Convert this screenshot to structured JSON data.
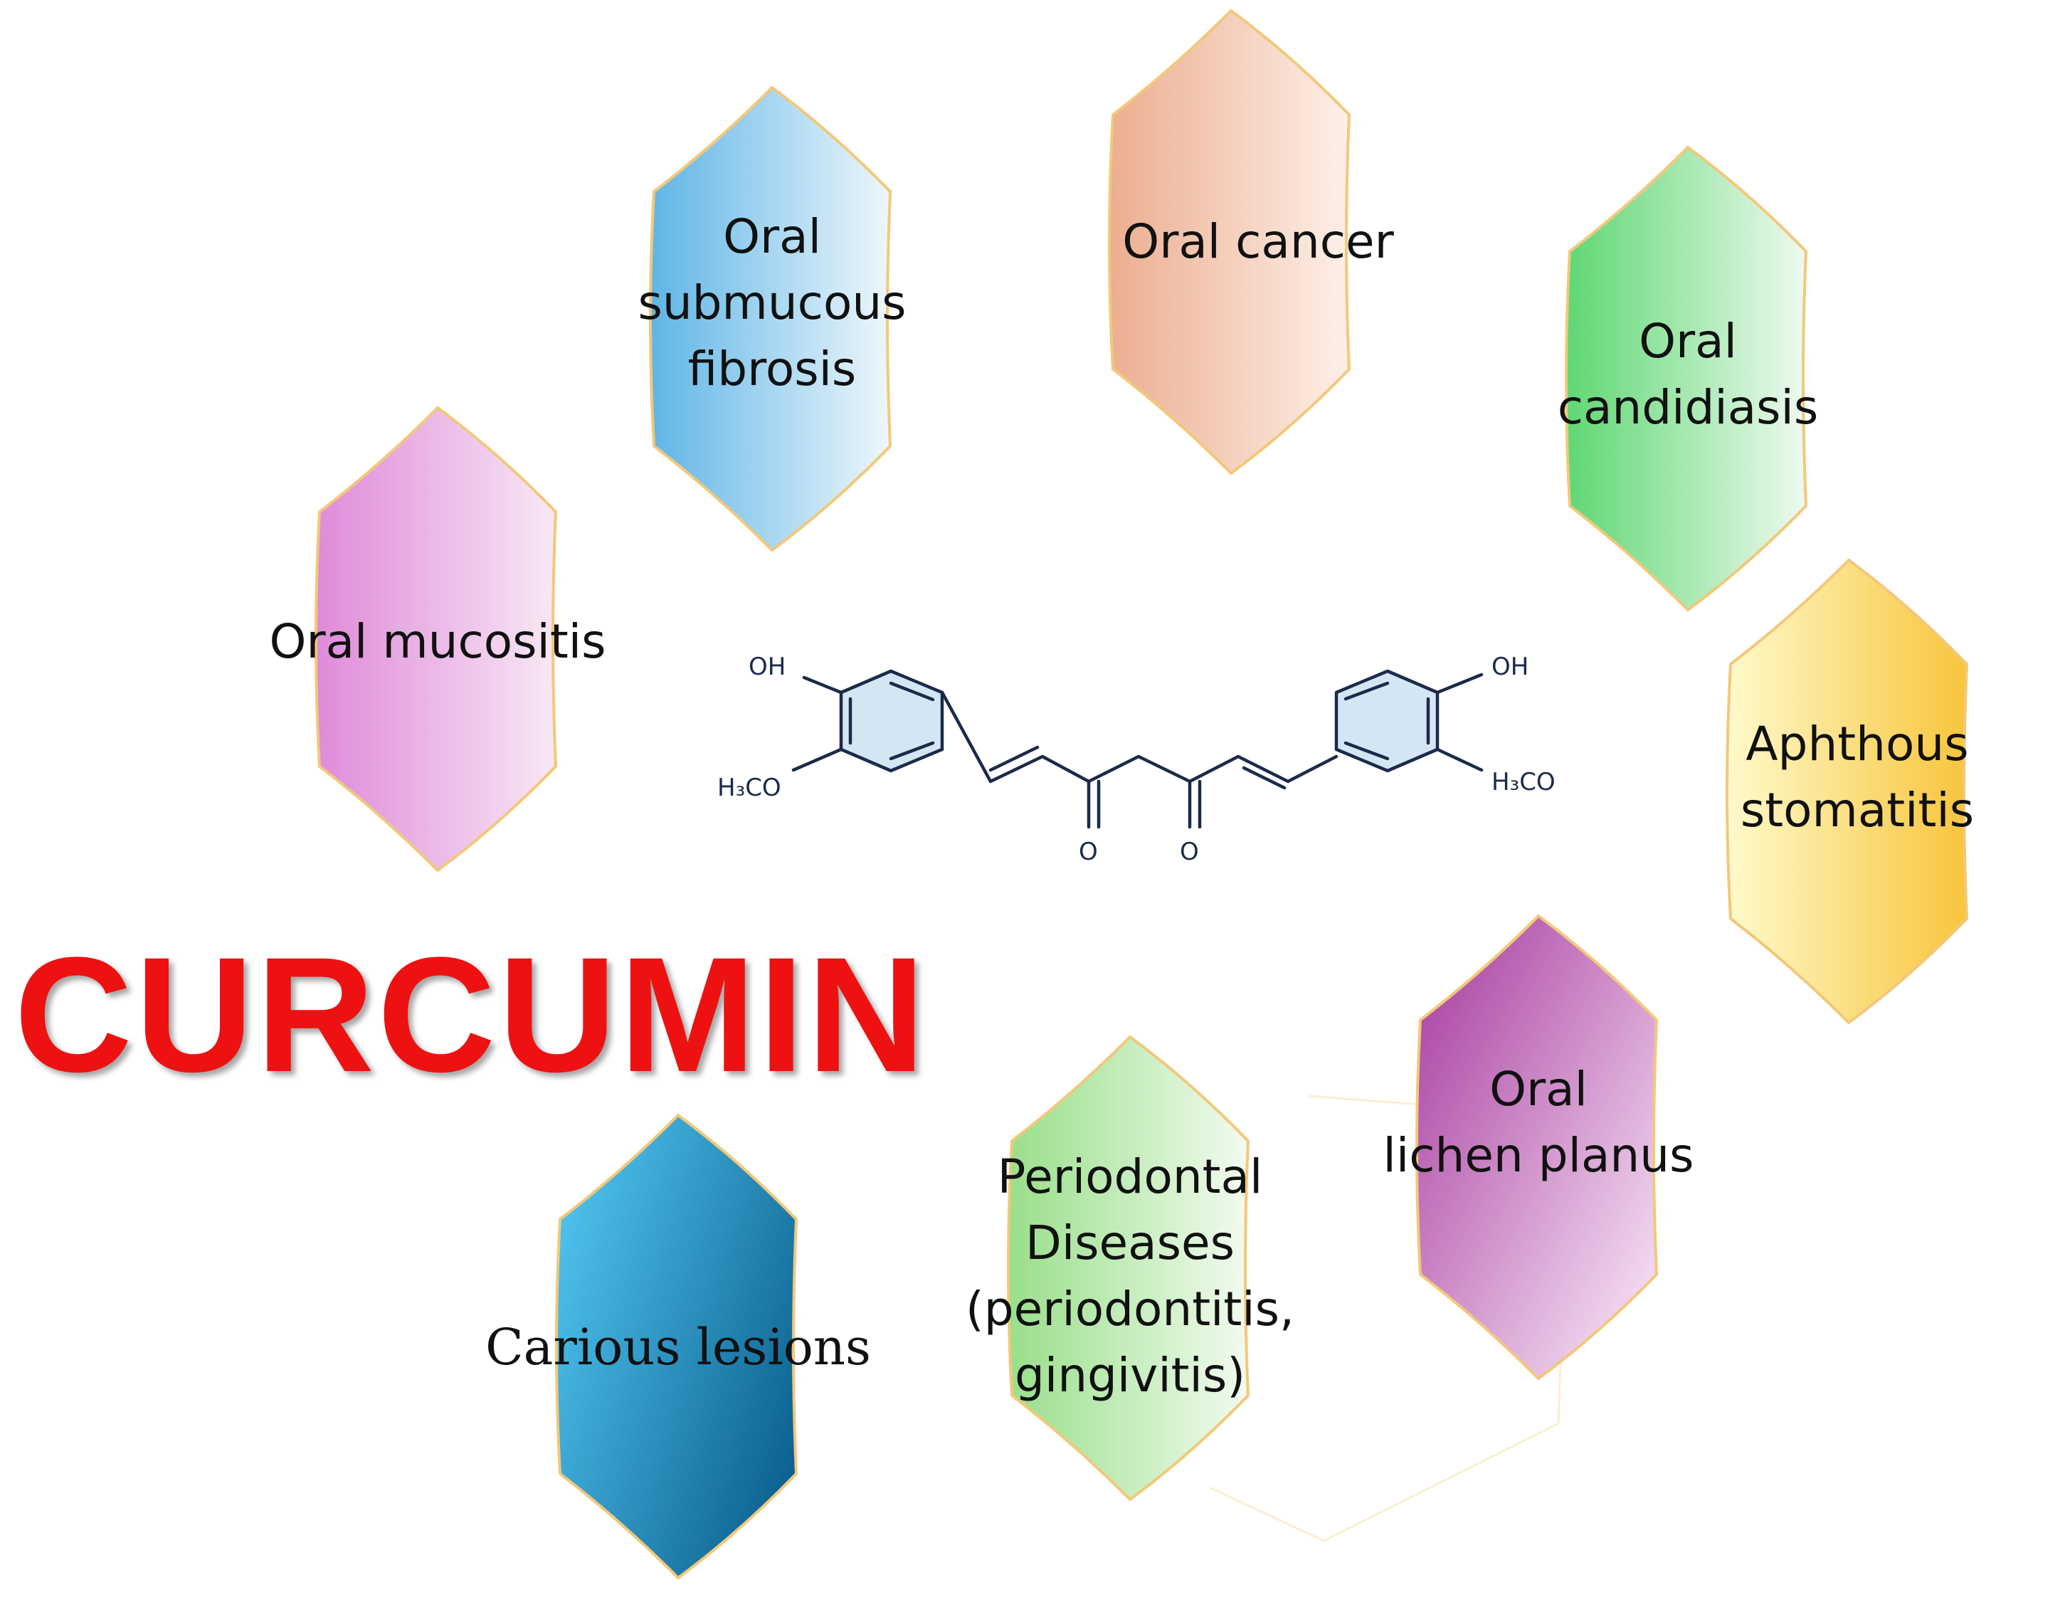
{
  "title": "CURCUMIN",
  "colors": {
    "title": "#ee1111",
    "hex_border": "#f2c87a",
    "structure_line": "#1c2a4a",
    "ring_fill": "#d4e6f3"
  },
  "hexagons": [
    {
      "id": "oral-submucous-fibrosis",
      "lines": [
        "Oral",
        "submucous",
        "fibrosis"
      ],
      "gradient": [
        "#5fb5e6",
        "#eef7fc"
      ]
    },
    {
      "id": "oral-cancer",
      "lines": [
        "Oral cancer"
      ],
      "gradient": [
        "#ecae90",
        "#fdf0e8"
      ]
    },
    {
      "id": "oral-candidiasis",
      "lines": [
        "Oral",
        "candidiasis"
      ],
      "gradient": [
        "#5fd774",
        "#eefaef"
      ]
    },
    {
      "id": "oral-mucositis",
      "lines": [
        "Oral mucositis"
      ],
      "gradient": [
        "#df8ad9",
        "#f8e8f5"
      ]
    },
    {
      "id": "aphthous-stomatitis",
      "lines": [
        "Aphthous",
        "stomatitis"
      ],
      "gradient": [
        "#fffacc",
        "#f8c53c"
      ]
    },
    {
      "id": "oral-lichen-planus",
      "lines": [
        "Oral",
        "lichen planus"
      ],
      "gradient": [
        "#a6389d",
        "#fbeefa"
      ]
    },
    {
      "id": "periodontal-diseases",
      "lines": [
        "Periodontal",
        "Diseases",
        "(periodontitis,",
        "gingivitis)"
      ],
      "gradient": [
        "#99df8a",
        "#f2fbef"
      ]
    },
    {
      "id": "carious-lesions",
      "lines": [
        "Carious lesions"
      ],
      "gradient": [
        "#4fc3ef",
        "#0b5f8e"
      ]
    }
  ],
  "structure": {
    "oh_left": "OH",
    "oh_right": "OH",
    "h3co_left": "H₃CO",
    "h3co_right": "H₃CO",
    "o_left": "O",
    "o_right": "O"
  }
}
